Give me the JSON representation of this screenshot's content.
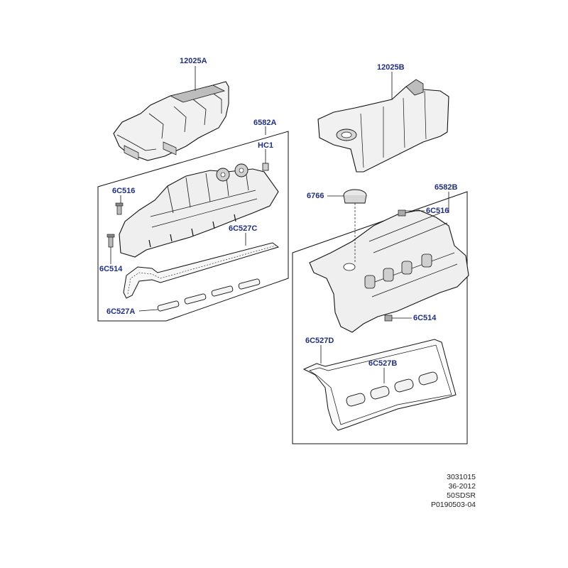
{
  "labels": {
    "cover_left": "12025A",
    "cover_right": "12025B",
    "head_left": "6582A",
    "head_right": "6582B",
    "clip": "HC1",
    "bolt_left_top": "6C516",
    "bolt_left_bottom": "6C514",
    "gasket_left_outer": "6C527C",
    "gasket_left_inner": "6C527A",
    "oil_cap": "6766",
    "bolt_right_top": "6C516",
    "bolt_right_bottom": "6C514",
    "gasket_right_outer": "6C527D",
    "gasket_right_inner": "6C527B"
  },
  "reference": {
    "line1": "3031015",
    "line2": "36-2012",
    "line3": "50SDSR",
    "line4": "P0190503-04"
  },
  "colors": {
    "label": "#1f2f7a",
    "line": "#111111",
    "part_fill": "#eeeeee",
    "part_shade": "#bdbdbd"
  }
}
